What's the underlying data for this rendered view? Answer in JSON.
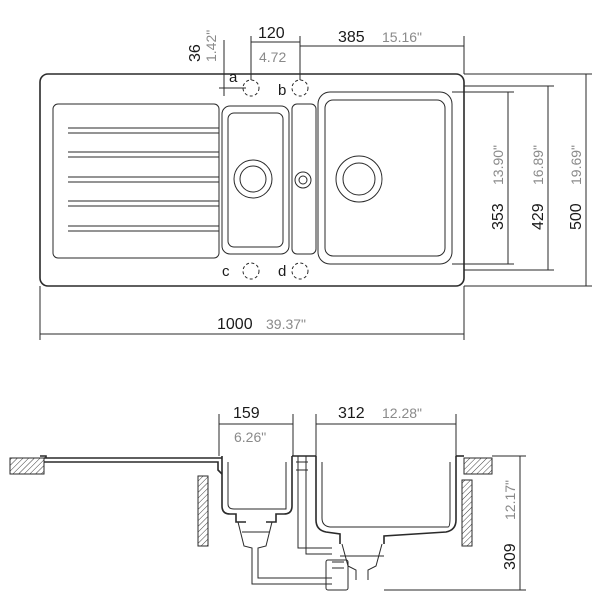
{
  "top_view": {
    "dimensions": {
      "hole_offset": {
        "mm": "36",
        "in": "1.42\""
      },
      "hole_spacing": {
        "mm": "120",
        "in": "4.72"
      },
      "main_bowl_width": {
        "mm": "385",
        "in": "15.16\""
      },
      "bowl_depth": {
        "mm": "353",
        "in": "13.90\""
      },
      "inner_depth": {
        "mm": "429",
        "in": "16.89\""
      },
      "overall_depth": {
        "mm": "500",
        "in": "19.69\""
      },
      "overall_width": {
        "mm": "1000",
        "in": "39.37\""
      }
    },
    "tap_holes": [
      "a",
      "b",
      "c",
      "d"
    ]
  },
  "section_view": {
    "dimensions": {
      "small_bowl_width": {
        "mm": "159",
        "in": "6.26\""
      },
      "large_bowl_width": {
        "mm": "312",
        "in": "12.28\""
      },
      "bowl_height": {
        "mm": "309",
        "in": "12.17\""
      }
    }
  }
}
